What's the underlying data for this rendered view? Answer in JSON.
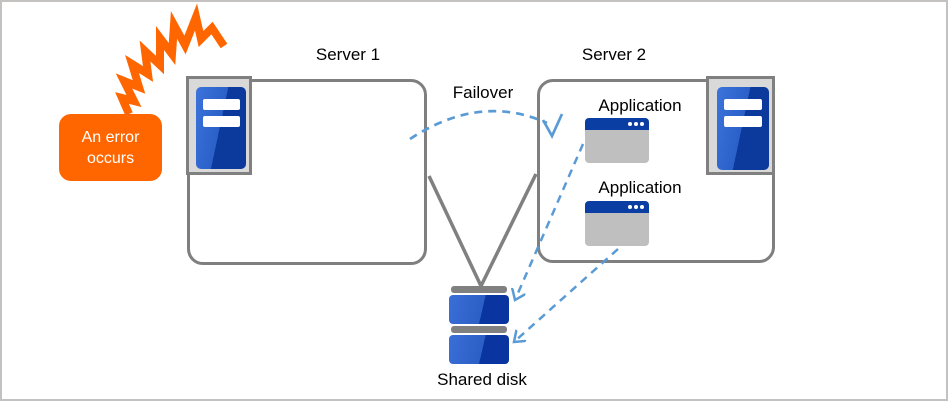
{
  "diagram": {
    "title_context": "failover-cluster-diagram",
    "labels": {
      "server1": "Server 1",
      "server2": "Server 2",
      "failover": "Failover",
      "application1": "Application",
      "application2": "Application",
      "shared_disk": "Shared disk"
    },
    "error_callout": {
      "lines": [
        "An error",
        "occurs"
      ]
    },
    "icons": {
      "lightning": "lightning-bolt-icon",
      "server": "server-icon",
      "application_window": "application-window-icon",
      "shared_disk": "disk-stack-icon"
    },
    "colors": {
      "error_orange": "#FF6600",
      "arrow_blue": "#5B9BD5",
      "server_blue_light": "#2A60C8",
      "server_blue_dark": "#0B3A9C",
      "window_title_blue": "#0B3EA3",
      "window_body_gray": "#BFBFBF",
      "line_gray": "#808080",
      "box_border_gray": "#7F7F7F",
      "icon_frame_gray": "#D9D9D9"
    }
  }
}
